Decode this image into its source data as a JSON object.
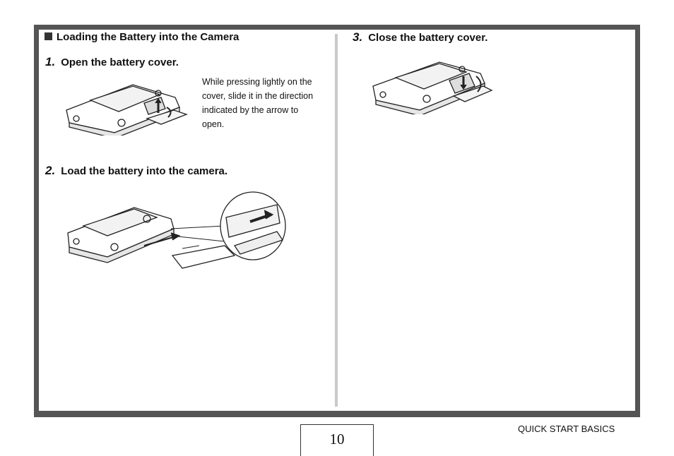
{
  "section_title": "Loading the Battery into the Camera",
  "steps": [
    {
      "number": "1.",
      "text": "Open the battery cover."
    },
    {
      "number": "2.",
      "text": "Load the battery into the camera."
    },
    {
      "number": "3.",
      "text": "Close the battery cover."
    }
  ],
  "step1_note": "While pressing lightly on the cover, slide it in the direction indicated by the arrow to open.",
  "illustrations": [
    "camera-open-cover-icon",
    "camera-load-battery-icon",
    "camera-close-cover-icon"
  ],
  "page_number": "10",
  "footer_label": "QUICK START BASICS",
  "colors": {
    "frame": "#555555",
    "divider": "#c9c9c9"
  }
}
